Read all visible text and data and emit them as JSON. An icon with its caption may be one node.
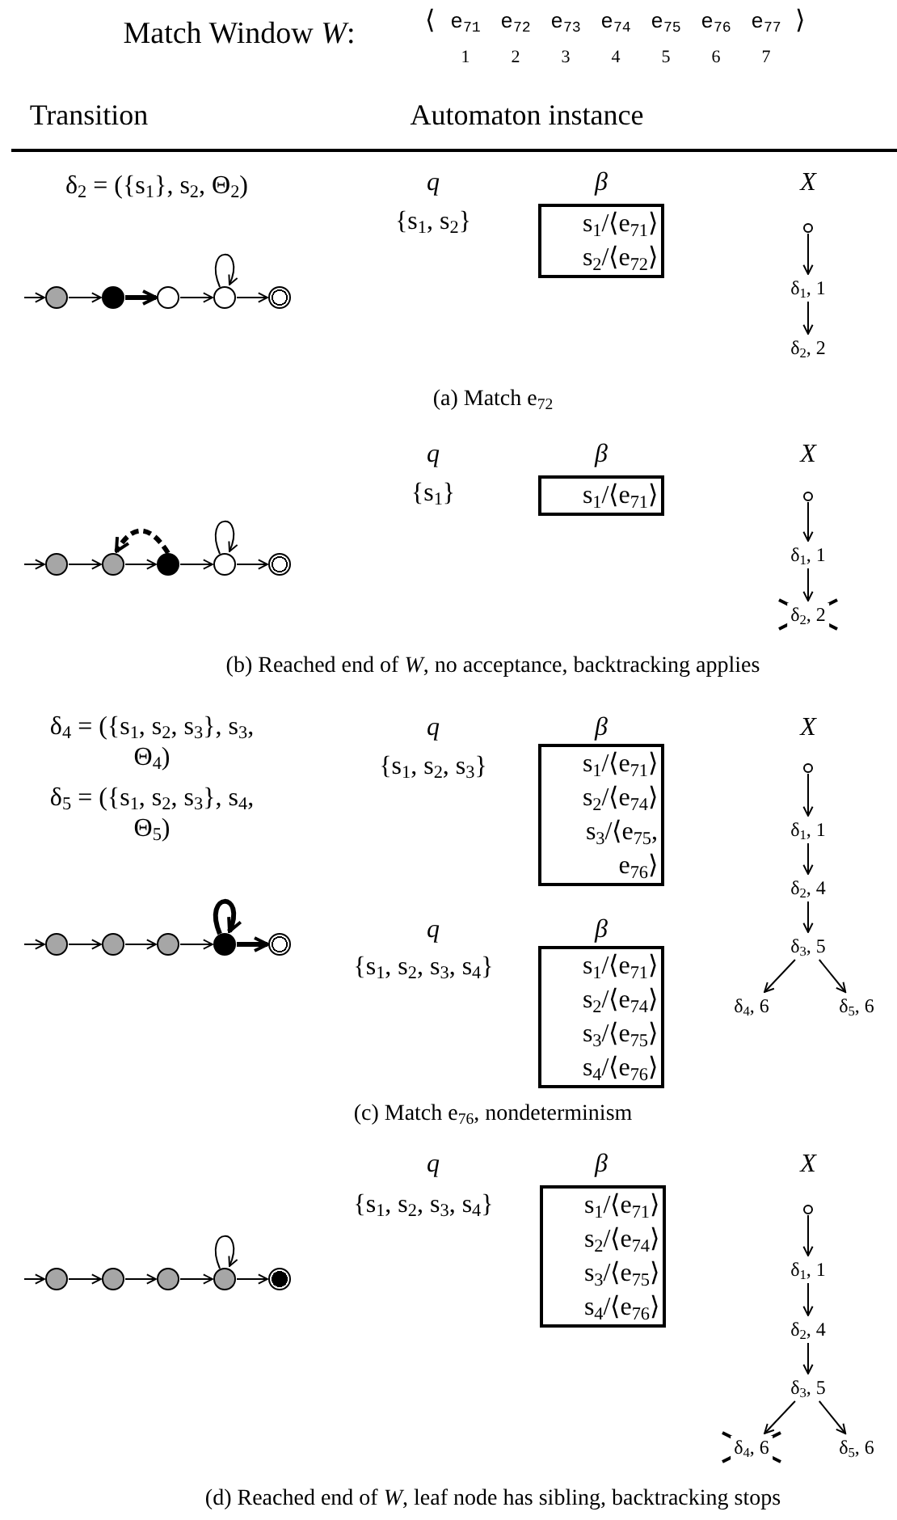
{
  "diagram": {
    "nodes": [
      {
        "text": [],
        "shape": "circle"
      },
      {
        "text": [],
        "shape": "circle"
      },
      {
        "text": [],
        "shape": "circle"
      },
      {
        "text": [],
        "shape": "circle"
      },
      {
        "text": [],
        "shape": "circle"
      },
      {
        "text": [
          "s$_{1}$/⟨e$_{71}$⟩",
          "s$_{2}$/⟨e$_{72}$⟩"
        ]
      },
      {
        "text": [],
        "shape": "circle"
      },
      {
        "text": [
          "δ$_{1}$, 1"
        ]
      },
      {
        "text": [
          "δ$_{2}$, 2"
        ]
      },
      {
        "text": [],
        "shape": "circle"
      },
      {
        "text": [],
        "shape": "circle"
      },
      {
        "text": [],
        "shape": "circle"
      },
      {
        "text": [],
        "shape": "circle"
      },
      {
        "text": [],
        "shape": "circle"
      },
      {
        "text": [
          "s$_{1}$/⟨e$_{71}$⟩"
        ]
      },
      {
        "text": [],
        "shape": "circle"
      },
      {
        "text": [
          "δ$_{1}$, 1"
        ]
      },
      {
        "text": [
          "δ$_{2}$, 2"
        ]
      },
      {
        "text": [],
        "shape": "circle"
      },
      {
        "text": [],
        "shape": "circle"
      },
      {
        "text": [],
        "shape": "circle"
      },
      {
        "text": [],
        "shape": "circle"
      },
      {
        "text": [],
        "shape": "circle"
      },
      {
        "text": [
          "s$_{1}$/⟨e$_{71}$⟩",
          "s$_{2}$/⟨e$_{74}$⟩",
          "s$_{3}$/⟨e$_{75}$, e$_{76}$⟩"
        ]
      },
      {
        "text": [
          "s$_{1}$/⟨e$_{71}$⟩",
          "s$_{2}$/⟨e$_{74}$⟩",
          "s$_{3}$/⟨e$_{75}$⟩",
          "s$_{4}$/⟨e$_{76}$⟩"
        ]
      },
      {
        "text": [],
        "shape": "circle"
      },
      {
        "text": [
          "δ$_{1}$, 1"
        ]
      },
      {
        "text": [
          "δ$_{2}$, 4"
        ]
      },
      {
        "text": [
          "δ$_{3}$, 5"
        ]
      },
      {
        "text": [
          "δ$_{4}$, 6"
        ]
      },
      {
        "text": [
          "δ$_{5}$, 6"
        ]
      },
      {
        "text": [],
        "shape": "circle"
      },
      {
        "text": [],
        "shape": "circle"
      },
      {
        "text": [],
        "shape": "circle"
      },
      {
        "text": [],
        "shape": "circle"
      },
      {
        "text": [],
        "shape": "circle"
      },
      {
        "text": [
          "s$_{1}$/⟨e$_{71}$⟩",
          "s$_{2}$/⟨e$_{74}$⟩",
          "s$_{3}$/⟨e$_{75}$⟩",
          "s$_{4}$/⟨e$_{76}$⟩"
        ]
      },
      {
        "text": [],
        "shape": "circle"
      },
      {
        "text": [
          "δ$_{1}$, 1"
        ]
      },
      {
        "text": [
          "δ$_{2}$, 4"
        ]
      },
      {
        "text": [
          "δ$_{3}$, 5"
        ]
      },
      {
        "text": [
          "δ$_{4}$, 6"
        ]
      },
      {
        "text": [
          "δ$_{5}$, 6"
        ]
      }
    ],
    "edges": [
      {
        "from": null,
        "to": 0,
        "arrow": "to"
      },
      {
        "from": 0,
        "to": 1,
        "arrow": "to"
      },
      {
        "from": 1,
        "to": 2,
        "arrow": "to",
        "style": "thick"
      },
      {
        "from": 2,
        "to": 3,
        "arrow": "to"
      },
      {
        "from": 3,
        "to": 3,
        "arrow": "to"
      },
      {
        "from": 3,
        "to": 4,
        "arrow": "to"
      },
      {
        "from": 6,
        "to": 7,
        "arrow": "to"
      },
      {
        "from": 7,
        "to": 8,
        "arrow": "to"
      },
      {
        "from": null,
        "to": 9,
        "arrow": "to"
      },
      {
        "from": 9,
        "to": 10,
        "arrow": "to"
      },
      {
        "from": 10,
        "to": 11,
        "arrow": "to"
      },
      {
        "from": 11,
        "to": 12,
        "arrow": "to"
      },
      {
        "from": 12,
        "to": 12,
        "arrow": "to"
      },
      {
        "from": 12,
        "to": 13,
        "arrow": "to"
      },
      {
        "from": 11,
        "to": 10,
        "arrow": "to",
        "style": "dashed"
      },
      {
        "from": 15,
        "to": 16,
        "arrow": "to"
      },
      {
        "from": 16,
        "to": 17,
        "arrow": "to"
      },
      {
        "from": null,
        "to": 18,
        "arrow": "to"
      },
      {
        "from": 18,
        "to": 19,
        "arrow": "to"
      },
      {
        "from": 19,
        "to": 20,
        "arrow": "to"
      },
      {
        "from": 20,
        "to": 21,
        "arrow": "to"
      },
      {
        "from": 21,
        "to": 21,
        "arrow": "to",
        "style": "thick"
      },
      {
        "from": 21,
        "to": 22,
        "arrow": "to",
        "style": "thick"
      },
      {
        "from": 25,
        "to": 26,
        "arrow": "to"
      },
      {
        "from": 26,
        "to": 27,
        "arrow": "to"
      },
      {
        "from": 27,
        "to": 28,
        "arrow": "to"
      },
      {
        "from": 28,
        "to": 29,
        "arrow": "to"
      },
      {
        "from": 28,
        "to": 30,
        "arrow": "to"
      },
      {
        "from": null,
        "to": 31,
        "arrow": "to"
      },
      {
        "from": 31,
        "to": 32,
        "arrow": "to"
      },
      {
        "from": 32,
        "to": 33,
        "arrow": "to"
      },
      {
        "from": 33,
        "to": 34,
        "arrow": "to"
      },
      {
        "from": 34,
        "to": 34,
        "arrow": "to"
      },
      {
        "from": 34,
        "to": 35,
        "arrow": "to"
      },
      {
        "from": 37,
        "to": 38,
        "arrow": "to"
      },
      {
        "from": 38,
        "to": 39,
        "arrow": "to"
      },
      {
        "from": 39,
        "to": 40,
        "arrow": "to"
      },
      {
        "from": 40,
        "to": 41,
        "arrow": "to"
      },
      {
        "from": 40,
        "to": 42,
        "arrow": "to"
      }
    ],
    "labels": [
      "Match Window *W*:",
      "⟨",
      "e$_{71}$",
      "e$_{72}$",
      "e$_{73}$",
      "e$_{74}$",
      "e$_{75}$",
      "e$_{76}$",
      "e$_{77}$",
      "⟩",
      "1",
      "2",
      "3",
      "4",
      "5",
      "6",
      "7",
      "Transition",
      "Automaton instance",
      "δ$_{2}$ = ({s$_{1}$}, s$_{2}$, Θ$_{2}$)",
      "q",
      "β",
      "X",
      "{s$_{1}$, s$_{2}$}",
      "(a) Match e$_{72}$",
      "q",
      "β",
      "X",
      "{s$_{1}$}",
      "(b) Reached end of *W*, no acceptance, backtracking applies",
      "δ$_{4}$ = ({s$_{1}$, s$_{2}$, s$_{3}$}, s$_{3}$, Θ$_{4}$)",
      "δ$_{5}$ = ({s$_{1}$, s$_{2}$, s$_{3}$}, s$_{4}$, Θ$_{5}$)",
      "q",
      "β",
      "X",
      "{s$_{1}$, s$_{2}$, s$_{3}$}",
      "q",
      "β",
      "{s$_{1}$, s$_{2}$, s$_{3}$, s$_{4}$}",
      "(c) Match e$_{76}$, nondeterminism",
      "q",
      "β",
      "X",
      "{s$_{1}$, s$_{2}$, s$_{3}$, s$_{4}$}",
      "(d) Reached end of *W*, leaf node has sibling, backtracking stops"
    ]
  }
}
